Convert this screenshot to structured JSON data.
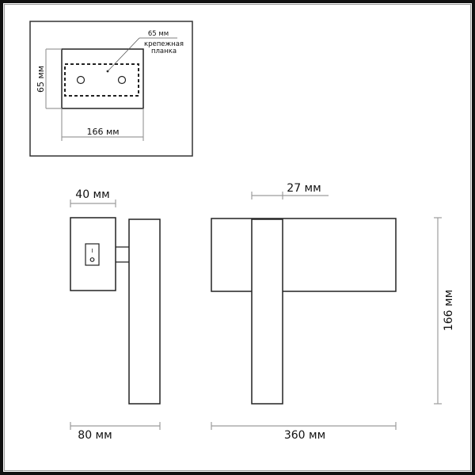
{
  "mounting_plate_view": {
    "width_label": "166 мм",
    "height_label": "65 мм",
    "callout_dimension": "65 мм",
    "callout_label_line1": "крепежная",
    "callout_label_line2": "планка"
  },
  "side_view": {
    "depth_label": "40 мм",
    "overall_width_label": "80 мм",
    "switch_on_symbol": "I",
    "switch_off_symbol": "O"
  },
  "front_view": {
    "bar_width_label": "27 мм",
    "overall_length_label": "360 мм",
    "height_label": "166 мм"
  },
  "colors": {
    "line": "#222222",
    "dimension_line": "#9c9c9c",
    "frame": "#111111",
    "background": "#ffffff"
  }
}
